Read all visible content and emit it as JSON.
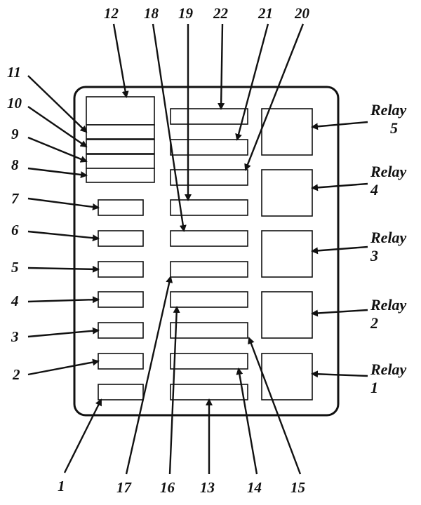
{
  "fuse_labels": {
    "f1": "1",
    "f2": "2",
    "f3": "3",
    "f4": "4",
    "f5": "5",
    "f6": "6",
    "f7": "7",
    "f8": "8",
    "f9": "9",
    "f10": "10",
    "f11": "11",
    "f12": "12",
    "f13": "13",
    "f14": "14",
    "f15": "15",
    "f16": "16",
    "f17": "17",
    "f18": "18",
    "f19": "19",
    "f20": "20",
    "f21": "21",
    "f22": "22"
  },
  "relays": [
    {
      "word": "Relay",
      "num": "5"
    },
    {
      "word": "Relay",
      "num": "4"
    },
    {
      "word": "Relay",
      "num": "3"
    },
    {
      "word": "Relay",
      "num": "2"
    },
    {
      "word": "Relay",
      "num": "1"
    }
  ]
}
